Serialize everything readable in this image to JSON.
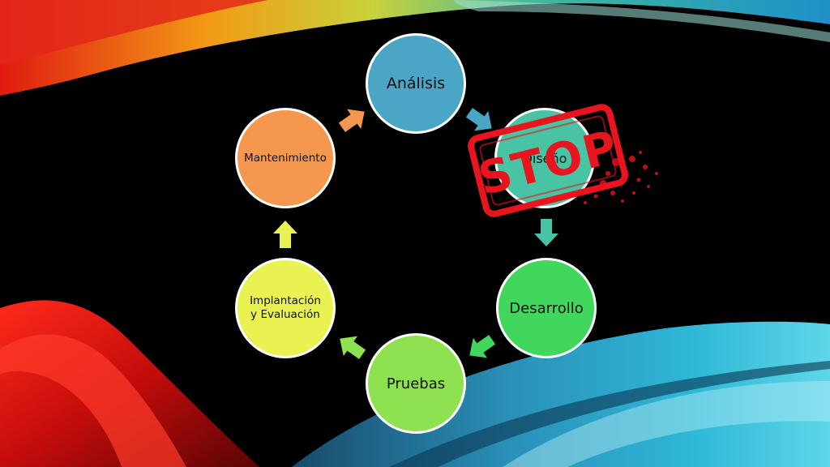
{
  "diagram": {
    "nodes": [
      {
        "id": "analisis",
        "label": "Análisis",
        "color": "#4aa6c4"
      },
      {
        "id": "diseno",
        "label": "Diseño",
        "color": "#48c4a4"
      },
      {
        "id": "desarrollo",
        "label": "Desarrollo",
        "color": "#41d65c"
      },
      {
        "id": "pruebas",
        "label": "Pruebas",
        "color": "#8fe24f"
      },
      {
        "id": "implantacion",
        "label_line1": "Implantación",
        "label_line2": "y Evaluación",
        "color": "#eaf251"
      },
      {
        "id": "mantenimiento",
        "label": "Mantenimiento",
        "color": "#f5974e"
      }
    ],
    "arrow_colors": {
      "mantenimiento_to_analisis": "#f5974e",
      "analisis_to_diseno": "#4aa6c4",
      "diseno_to_desarrollo": "#48c4a4",
      "desarrollo_to_pruebas": "#41d65c",
      "pruebas_to_implantacion": "#8fe24f",
      "implantacion_to_mantenimiento": "#eaf251"
    }
  },
  "stamp": {
    "text": "STOP",
    "color": "#e8141e"
  },
  "theme": {
    "background": "#000000",
    "ribbon_red": "#d81414",
    "ribbon_blue": "#1b9fd0",
    "ribbon_teal": "#33c0c4",
    "ribbon_orange": "#f08a1a"
  }
}
